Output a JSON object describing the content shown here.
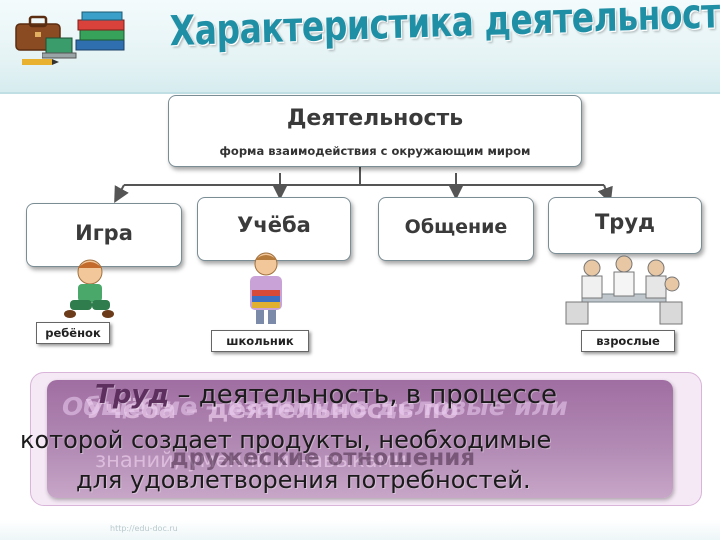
{
  "title": "Характеристика деятельности",
  "main": {
    "title": "Деятельность",
    "subtitle": "форма взаимодействия с окружающим миром"
  },
  "categories": [
    {
      "label": "Игра",
      "person": "ребёнок"
    },
    {
      "label": "Учёба",
      "person": "школьник"
    },
    {
      "label": "Общение",
      "person": ""
    },
    {
      "label": "Труд",
      "person": "взрослые"
    }
  ],
  "definition": {
    "term": "Труд",
    "line1_rest": " – деятельность, в процессе",
    "line2": "которой создает продукты, необходимые",
    "line3": "для удовлетворения потребностей."
  },
  "ghost_text": {
    "g1": "Учёба – деятельность по",
    "g2": "Общение – взаимные деловые или",
    "g3": "знаний, умений и навыками.",
    "g4": "дружеские отношения"
  },
  "footer": {
    "url": "http://edu-doc.ru"
  },
  "icons": [
    "briefcase-icon",
    "book-stack-icon",
    "laptop-icon",
    "pencil-icon"
  ],
  "colors": {
    "title": "#1f8fa6",
    "definition_bg": "#a06ea2",
    "header_bg": "#e3f2f4"
  }
}
